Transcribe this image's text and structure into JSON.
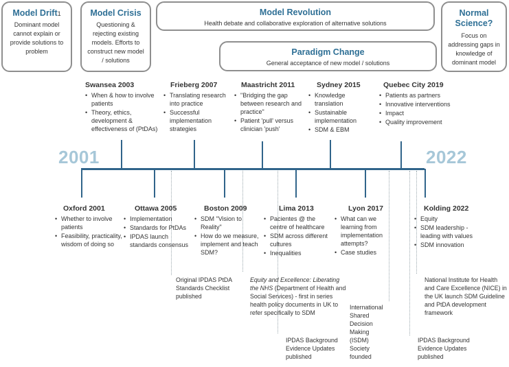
{
  "phases": {
    "model_drift": {
      "title": "Model Drift",
      "suffix": "1",
      "desc": "Dominant model cannot explain or provide solutions to problem"
    },
    "model_crisis": {
      "title": "Model Crisis",
      "desc": "Questioning & rejecting existing models. Efforts to construct new model / solutions"
    },
    "model_revolution": {
      "title": "Model Revolution",
      "desc": "Health debate and collaborative exploration of alternative solutions"
    },
    "paradigm_change": {
      "title": "Paradigm Change",
      "desc": "General acceptance of new model / solutions"
    },
    "normal_science": {
      "title": "Normal Science?",
      "desc": "Focus on addressing gaps in knowledge of dominant model"
    }
  },
  "timeline": {
    "start": "2001",
    "end": "2022"
  },
  "events_above": [
    {
      "title": "Swansea 2003",
      "items": [
        "When & how to involve patients",
        "Theory, ethics, development & effectiveness of  (PtDAs)"
      ]
    },
    {
      "title": "Frieberg 2007",
      "items": [
        "Translating research into practice",
        "Successful implementation strategies"
      ]
    },
    {
      "title": "Maastricht 2011",
      "items": [
        "\"Bridging the gap between research and practice\"",
        "Patient 'pull' versus clinician 'push'"
      ]
    },
    {
      "title": "Sydney 2015",
      "items": [
        "Knowledge translation",
        "Sustainable implementation",
        "SDM & EBM"
      ]
    },
    {
      "title": "Quebec City 2019",
      "items": [
        "Patients as partners",
        "Innovative interventions",
        "Impact",
        "Quality improvement"
      ]
    }
  ],
  "events_below": [
    {
      "title": "Oxford 2001",
      "items": [
        "Whether to involve patients",
        "Feasibility, practicality, wisdom of doing so"
      ]
    },
    {
      "title": "Ottawa 2005",
      "items": [
        "Implementation",
        "Standards for PtDAs",
        "IPDAS launch standards consensus"
      ]
    },
    {
      "title": "Boston 2009",
      "items": [
        " SDM \"Vision to Reality\"",
        "How do we measure, implement and teach SDM?"
      ]
    },
    {
      "title": "Lima 2013",
      "items": [
        " Pacientes @ the centre of healthcare",
        "SDM across different cultures",
        "Inequalities"
      ]
    },
    {
      "title": "Lyon 2017",
      "items": [
        "What can we learning from implementation attempts?",
        "Case studies"
      ]
    },
    {
      "title": "Kolding 2022",
      "items": [
        " Equity",
        "SDM leadership - leading with values",
        "SDM innovation"
      ]
    }
  ],
  "notes": {
    "ipdas_checklist": "Original IPDAS PtDA Standards Checklist published",
    "nhs_italic": "Equity and Excellence: Liberating the NHS",
    "nhs_rest": " (Department of Health and Social Services) - first in series health policy documents in UK to refer specifically to SDM",
    "ipdas_update_1": "IPDAS Background Evidence Updates published",
    "isdm": "International Shared Decision Making (ISDM) Society founded",
    "nice": "National Institute for Health and Care Excellence (NICE) in the UK launch SDM Guideline and PtDA development framework",
    "ipdas_update_2": "IPDAS Background Evidence Updates published"
  }
}
